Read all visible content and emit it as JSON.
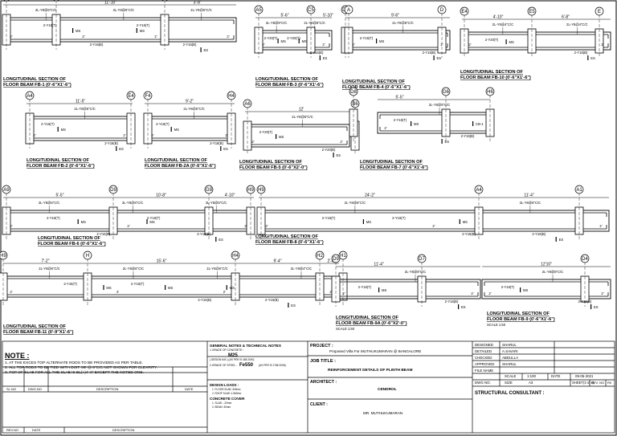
{
  "drawing": {
    "beams": [
      {
        "key": "fb1",
        "title": [
          "LONGITUDINAL SECTION OF",
          "FLOOR BEAM FB-1 (0'-6\"X1'-6\")"
        ],
        "grids": [
          "A1",
          "B1",
          "F1"
        ],
        "dims": [
          "",
          "11'-10\"",
          "3'-8\""
        ],
        "stirrups": [
          "2L-Y8@6\"C/C",
          "2L-Y8@6\"C/C",
          "2L-Y8@6\"C/C"
        ],
        "bars": [
          "2-Y16(T)",
          "2-Y16(B)",
          "2-Y16(T)",
          "2-Y16(B)"
        ],
        "laps": [
          "2'",
          "2'",
          "2'",
          "2'"
        ],
        "marks": [
          "MS",
          "MS",
          "ES"
        ]
      },
      {
        "key": "fb3",
        "title": [
          "LONGITUDINAL SECTION OF",
          "FLOOR BEAM FB-3 (0'-6\"X1'-6\")"
        ],
        "grids": [
          "A5",
          "C5",
          "D5"
        ],
        "dims": [
          "5'-6\"",
          "5'-10\""
        ],
        "stirrups": [
          "2L-Y8@6\"C/C",
          "2L-Y8@6\"C/C"
        ],
        "bars": [
          "2-Y20(T)",
          "2-Y20(T)",
          "2-Y16(B)"
        ],
        "laps": [
          "2'",
          "2'"
        ],
        "marks": [
          "MS",
          "MS",
          "ES"
        ]
      },
      {
        "key": "fb4",
        "title": [
          "LONGITUDINAL SECTION OF",
          "FLOOR BEAM FB-4 (0'-6\"X1'-6\")"
        ],
        "grids": [
          "A",
          "D"
        ],
        "dims": [
          "9'-6\""
        ],
        "stirrups": [
          "2L-Y8@6\"C/C"
        ],
        "bars": [
          "2-Y16(T)",
          "2-Y16(B)"
        ],
        "laps": [
          "2'",
          "2'"
        ],
        "marks": [
          "MS",
          "ES"
        ]
      },
      {
        "key": "fb10",
        "title": [
          "LONGITUDINAL SECTION OF",
          "FLOOR BEAM FB-10 (0'-6\"X1'-6\")"
        ],
        "grids": [
          "E4",
          "E5",
          "E"
        ],
        "dims": [
          "4'-10\"",
          "6'-8\""
        ],
        "stirrups": [
          "2L-Y8@4\"C/C",
          "2L-Y8@4\"C/C"
        ],
        "bars": [
          "2-Y20(T)",
          "2-Y16(B)"
        ],
        "laps": [
          "2'",
          "2'"
        ],
        "marks": [
          "MS",
          "ES"
        ]
      },
      {
        "key": "fb2",
        "title": [
          "LONGITUDINAL SECTION OF",
          "FLOOR BEAM FB-2 (0'-6\"X1'-6\")"
        ],
        "grids": [
          "A4",
          "E4"
        ],
        "dims": [
          "11'-5\""
        ],
        "stirrups": [
          "2L-Y8@6\"C/C"
        ],
        "bars": [
          "2-Y16(T)",
          "2-Y16(B)"
        ],
        "laps": [
          "2'",
          "2'"
        ],
        "marks": [
          "MS",
          "ES"
        ]
      },
      {
        "key": "fb2a",
        "title": [
          "LONGITUDINAL SECTION OF",
          "FLOOR BEAM FB-2A (0'-6\"X1'-6\")"
        ],
        "grids": [
          "F4",
          "H4"
        ],
        "dims": [
          "9'-2\""
        ],
        "stirrups": [
          "2L-Y8@6\"C/C"
        ],
        "bars": [
          "2-Y16(T)",
          "2-Y16(B)"
        ],
        "laps": [
          "2'",
          "2'"
        ],
        "marks": [
          "MS",
          "ES"
        ]
      },
      {
        "key": "fb5",
        "title": [
          "LONGITUDINAL SECTION OF",
          "FLOOR BEAM FB-5 (0'-6\"X2'-0\")"
        ],
        "grids": [
          "A6",
          "B6"
        ],
        "dims": [
          "12'"
        ],
        "stirrups": [
          "2L-Y8@6\"C/C"
        ],
        "bars": [
          "2-Y20(T)",
          "2-Y20(B)"
        ],
        "laps": [
          "2'",
          "2'"
        ],
        "marks": [
          "MS",
          "ES"
        ]
      },
      {
        "key": "fb7",
        "title": [
          "LONGITUDINAL SECTION OF",
          "FLOOR BEAM FB-7 (0'-6\"X1'-6\")"
        ],
        "grids": [
          "D8",
          "G6",
          "H6"
        ],
        "dims": [
          "5'-5\""
        ],
        "stirrups": [
          "2L-Y8@6\"C/C"
        ],
        "bars": [
          "2-Y16(T)",
          "2-Y16(B)"
        ],
        "laps": [
          "2'"
        ],
        "marks": [
          "MS",
          "ES",
          "CB-1"
        ]
      },
      {
        "key": "fb6",
        "title": [
          "LONGITUDINAL SECTION OF",
          "FLOOR BEAM FB-6 (0'-6\"X1'-6\")"
        ],
        "grids": [
          "A9",
          "D9",
          "G9",
          "H9"
        ],
        "dims": [
          "5'-5\"",
          "10'-8\"",
          "4'-10\""
        ],
        "stirrups": [
          "2L-Y8@6\"C/C",
          "2L-Y8@6\"C/C",
          "2L-Y8@6\"C/C"
        ],
        "bars": [
          "2-Y16(T)",
          "2-Y16(B)",
          "2-Y16(T)",
          "2-Y16(B)"
        ],
        "laps": [
          "2'",
          "2'",
          "2'"
        ],
        "marks": [
          "MS",
          "MS",
          "ES"
        ]
      },
      {
        "key": "fb8",
        "title": [
          "LONGITUDINAL SECTION OF",
          "FLOOR BEAM FB-8 (0'-6\"X1'-6\")"
        ],
        "grids": [
          "H9",
          "A4",
          "A1"
        ],
        "dims": [
          "24'-2\"",
          "11'-4\""
        ],
        "stirrups": [
          "2L-Y8@6\"C/C",
          "2L-Y8@6\"C/C"
        ],
        "bars": [
          "2-Y16(T)",
          "2-Y16(T)",
          "2-Y16(B)",
          "2-Y16(B)"
        ],
        "laps": [
          "2'",
          "2'",
          "2'"
        ],
        "marks": [
          "MS",
          "MS",
          "ES"
        ]
      },
      {
        "key": "fb11",
        "title": [
          "LONGITUDINAL SECTION OF",
          "FLOOR BEAM FB-11 (0'-9\"X1'-6\")"
        ],
        "grids": [
          "H9",
          "H",
          "H4",
          "H2",
          "H1"
        ],
        "dims": [
          "7'-2\"",
          "15'-6\"",
          "9'-4\"",
          "2'-6\""
        ],
        "stirrups": [
          "2L-Y8@6\"C/C",
          "2L-Y8@6\"C/C",
          "2L-Y8@6\"C/C",
          "2L-Y8@4\"C/C"
        ],
        "bars": [
          "2-Y16(T)",
          "2-Y16(T)",
          "2-Y16(B)",
          "2-Y16(B)"
        ],
        "laps": [
          "2'",
          "2'",
          "2'",
          "2'"
        ],
        "marks": [
          "MS",
          "MS",
          "MS",
          "ES"
        ]
      },
      {
        "key": "fb9a",
        "title": [
          "LONGITUDINAL SECTION OF",
          "FLOOR BEAM FB-9A (0'-6\"X2'-0\")"
        ],
        "scale": "SCALE 1:50",
        "grids": [
          "D9",
          "D7"
        ],
        "dims": [
          "11'-4\""
        ],
        "stirrups": [
          "2L-Y8@6\"C/C"
        ],
        "bars": [
          "2-Y16(T)",
          "2-Y16(B)"
        ],
        "laps": [
          "2'",
          "2'"
        ],
        "marks": [
          "MS",
          "ES"
        ]
      },
      {
        "key": "fb9",
        "title": [
          "LONGITUDINAL SECTION OF",
          "FLOOR BEAM FB-9 (0'-6\"X1'-6\")"
        ],
        "scale": "SCALE 1:50",
        "grids": [
          "D4"
        ],
        "dims": [
          "12'10\""
        ],
        "stirrups": [
          "2L-Y8@6\"C/C"
        ],
        "bars": [
          "2-Y16(T)",
          "2-Y16(B)"
        ],
        "laps": [
          "2'",
          "2'"
        ],
        "marks": [
          "MS",
          "ES"
        ]
      }
    ]
  },
  "notes": {
    "heading": "NOTE :",
    "items": [
      "1.   AT THE EXCES TOP ALTERNATE RODS TO BE PROVIDED AS PER TABLE.",
      "2.   ALL TOP RODS TO BE TIED WITH DIST. 8Φ @ 6\"C/C NOT SHOWN FOR CLEARITY.",
      "3.   TOP OF SLAB FOR ALL THE SLAB IS EL(+)4'-0\" EXCEPT THE NOTED ONE."
    ],
    "revision_headers": [
      "SL.NO",
      "DWG.NO",
      "DESCRIPTION",
      "DATE"
    ],
    "bottom_headers": [
      "REV.NO",
      "DATE",
      "DESCRIPTION"
    ]
  },
  "general_notes": {
    "title": "GENERAL NOTES & TECHNICAL NOTES",
    "concrete_label": "1.GRADE OF CONCRETE :",
    "concrete_grade": "M25",
    "concrete_note": "( DESIGN MIX )   (AS PER IS 456 2000)",
    "steel_label": "2.GRADE OF STEEL :",
    "steel_grade": "Fe550",
    "steel_note": "(AS PER IS 1786 2008)",
    "loads_title": "DESIGN LOADS :",
    "loads": [
      "1. FLOOR SLAB :2kN/m²",
      "2. ROOF SLAB :1.5kN/m²"
    ],
    "cover_title": "CONCRETE COVER",
    "covers": [
      "1. SLAB :- 20mm",
      "2. BEAM :30mm"
    ]
  },
  "project": {
    "project_label": "PROJECT :",
    "project_name": "Proposed Villa For MUTHUKUMARAN @ BANGALORE",
    "jobtitle_label": "JOB TITLE :",
    "jobtitle": "REINFORCEMENT DETAILS OF PLINTH BEAM",
    "architect_label": "ARCHITECT :",
    "architect": "CENDROL",
    "client_label": "CLIENT :",
    "client": "MR. MUTHUKUMARAN"
  },
  "signoff": {
    "rows": [
      {
        "label": "DESIGNED",
        "value": "SHARUL"
      },
      {
        "label": "DETAILED",
        "value": "A.SAVARI"
      },
      {
        "label": "CHECKED",
        "value": "ABDULLA"
      },
      {
        "label": "APPROVED",
        "value": "SHARUL"
      },
      {
        "label": "FILE NAME",
        "value": ""
      }
    ],
    "scale_label": "SCALE",
    "scale": "1:100",
    "date_label": "DATE",
    "date": "09-05-2021",
    "size_label": "SIZE",
    "size": "A3",
    "dwg_label": "DWG NO.",
    "sheet": "SHEET(3 of 4)",
    "rev_label": "REV. NO",
    "rev": "R0",
    "consultant": "STRUCTURAL CONSULTANT :"
  }
}
